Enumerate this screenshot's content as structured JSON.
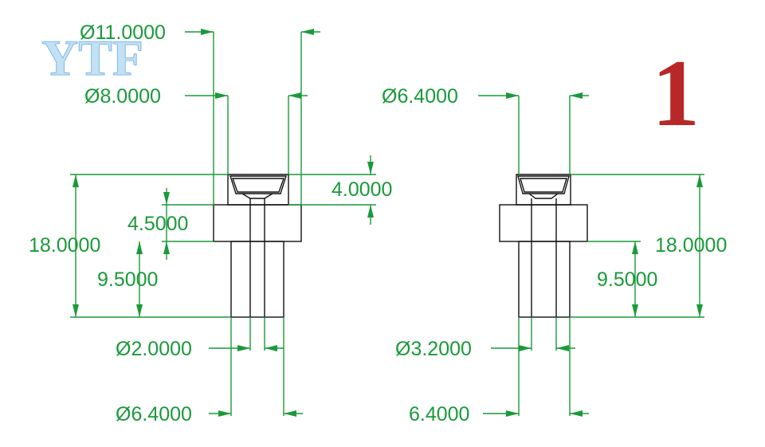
{
  "logo": {
    "text": "YTF"
  },
  "badge": {
    "text": "1"
  },
  "left_part": {
    "dims": {
      "dia_11": "Ø11.0000",
      "dia_8": "Ø8.0000",
      "height_4": "4.0000",
      "height_4_5": "4.5000",
      "height_18": "18.0000",
      "height_9_5": "9.5000",
      "dia_2": "Ø2.0000",
      "dia_6_4": "Ø6.4000"
    }
  },
  "right_part": {
    "dims": {
      "dia_6_4_top": "Ø6.4000",
      "height_18": "18.0000",
      "height_9_5": "9.5000",
      "dia_3_2": "Ø3.2000",
      "width_6_4": "6.4000"
    }
  },
  "colors": {
    "dimension": "#1a9a3a",
    "part_outline": "#111111",
    "badge": "#b82828",
    "logo": "#b9dcf3"
  }
}
